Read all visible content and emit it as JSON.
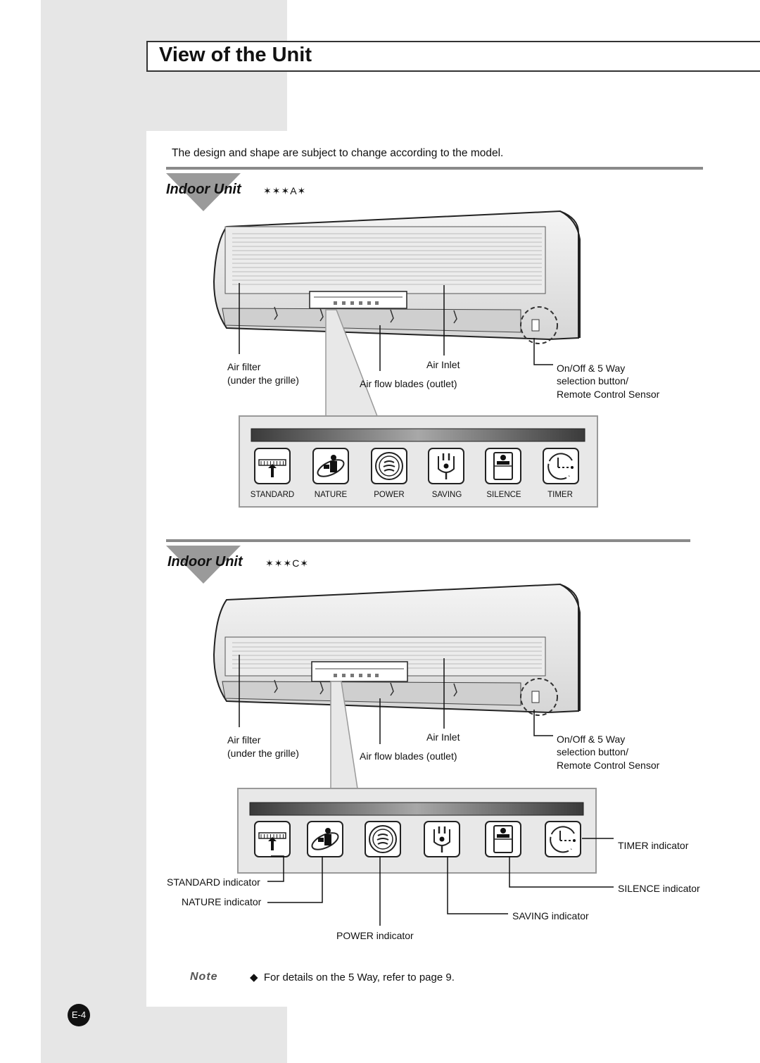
{
  "page": {
    "title": "View of the Unit",
    "subtitle": "The design and shape are subject to change according to the model.",
    "page_number": "E-4"
  },
  "section_a": {
    "heading": "Indoor Unit",
    "model": "✶✶✶A✶",
    "labels": {
      "air_filter": "Air filter",
      "air_filter_sub": "(under the grille)",
      "air_inlet": "Air Inlet",
      "air_flow": "Air flow blades (outlet)",
      "onoff_1": "On/Off & 5 Way",
      "onoff_2": "selection button/",
      "onoff_3": "Remote Control Sensor"
    },
    "indicators": [
      "STANDARD",
      "NATURE",
      "POWER",
      "SAVING",
      "SILENCE",
      "TIMER"
    ]
  },
  "section_c": {
    "heading": "Indoor Unit",
    "model": "✶✶✶C✶",
    "labels": {
      "air_filter": "Air filter",
      "air_filter_sub": "(under the grille)",
      "air_inlet": "Air Inlet",
      "air_flow": "Air flow blades (outlet)",
      "onoff_1": "On/Off & 5 Way",
      "onoff_2": "selection button/",
      "onoff_3": "Remote Control Sensor"
    },
    "indicator_labels": {
      "timer": "TIMER indicator",
      "standard": "STANDARD indicator",
      "silence": "SILENCE indicator",
      "nature": "NATURE indicator",
      "saving": "SAVING indicator",
      "power": "POWER indicator"
    }
  },
  "note": {
    "title": "Note",
    "bullet": "◆",
    "text": "For details on the 5 Way, refer to page 9."
  },
  "icons": [
    "standard-icon",
    "nature-icon",
    "power-icon",
    "saving-icon",
    "silence-icon",
    "timer-icon"
  ]
}
